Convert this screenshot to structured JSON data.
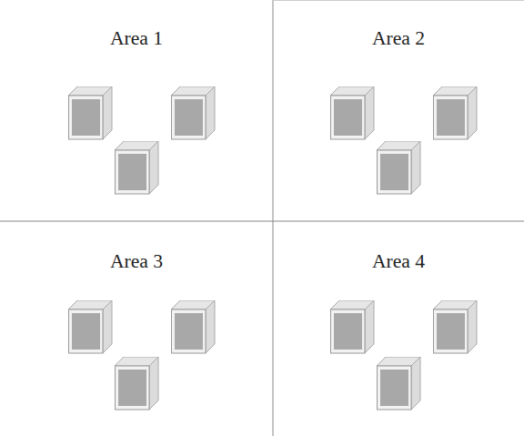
{
  "diagram": {
    "nodes": [
      {
        "text": [
          "Area 1"
        ]
      },
      {
        "text": [
          "Area 2"
        ]
      },
      {
        "text": [
          "Area 3"
        ]
      },
      {
        "text": [
          "Area 4"
        ]
      }
    ]
  }
}
